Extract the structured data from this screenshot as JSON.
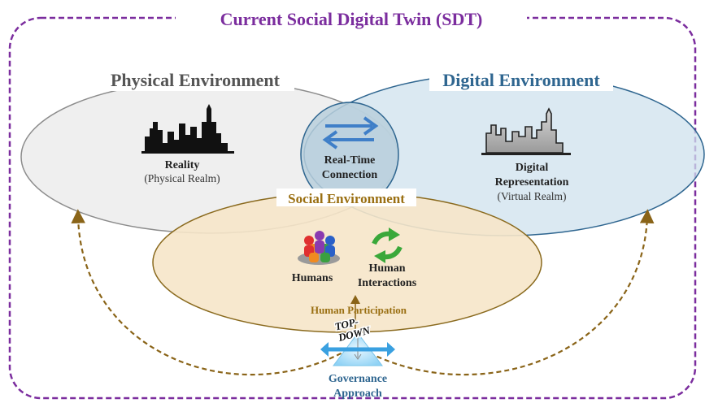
{
  "title": "Current Social Digital Twin (SDT)",
  "physical": {
    "heading": "Physical Environment",
    "label_main": "Reality",
    "label_sub": "(Physical Realm)"
  },
  "digital": {
    "heading": "Digital Environment",
    "label_main_1": "Digital",
    "label_main_2": "Representation",
    "label_sub": "(Virtual Realm)"
  },
  "connection": {
    "line1": "Real-Time",
    "line2": "Connection"
  },
  "social": {
    "heading": "Social Environment",
    "humans_label": "Humans",
    "interactions_line1": "Human",
    "interactions_line2": "Interactions",
    "participation": "Human Participation"
  },
  "governance": {
    "badge_line1": "TOP-",
    "badge_line2": "DOWN",
    "line1": "Governance",
    "line2": "Approach"
  },
  "colors": {
    "frame": "#7b2d9e",
    "title": "#7b2d9e",
    "physical_fill": "#ececec",
    "physical_stroke": "#8c8c8c",
    "digital_fill": "#cfe1ee",
    "digital_stroke": "#2f6690",
    "digital_heading": "#2f6690",
    "social_fill": "#f6e6c9",
    "social_stroke": "#8a6a1e",
    "social_heading": "#9a6f12",
    "arrow_brown": "#8a6418",
    "connection_blue": "#3f7fc8",
    "gov_blue": "#3aa0e0"
  }
}
